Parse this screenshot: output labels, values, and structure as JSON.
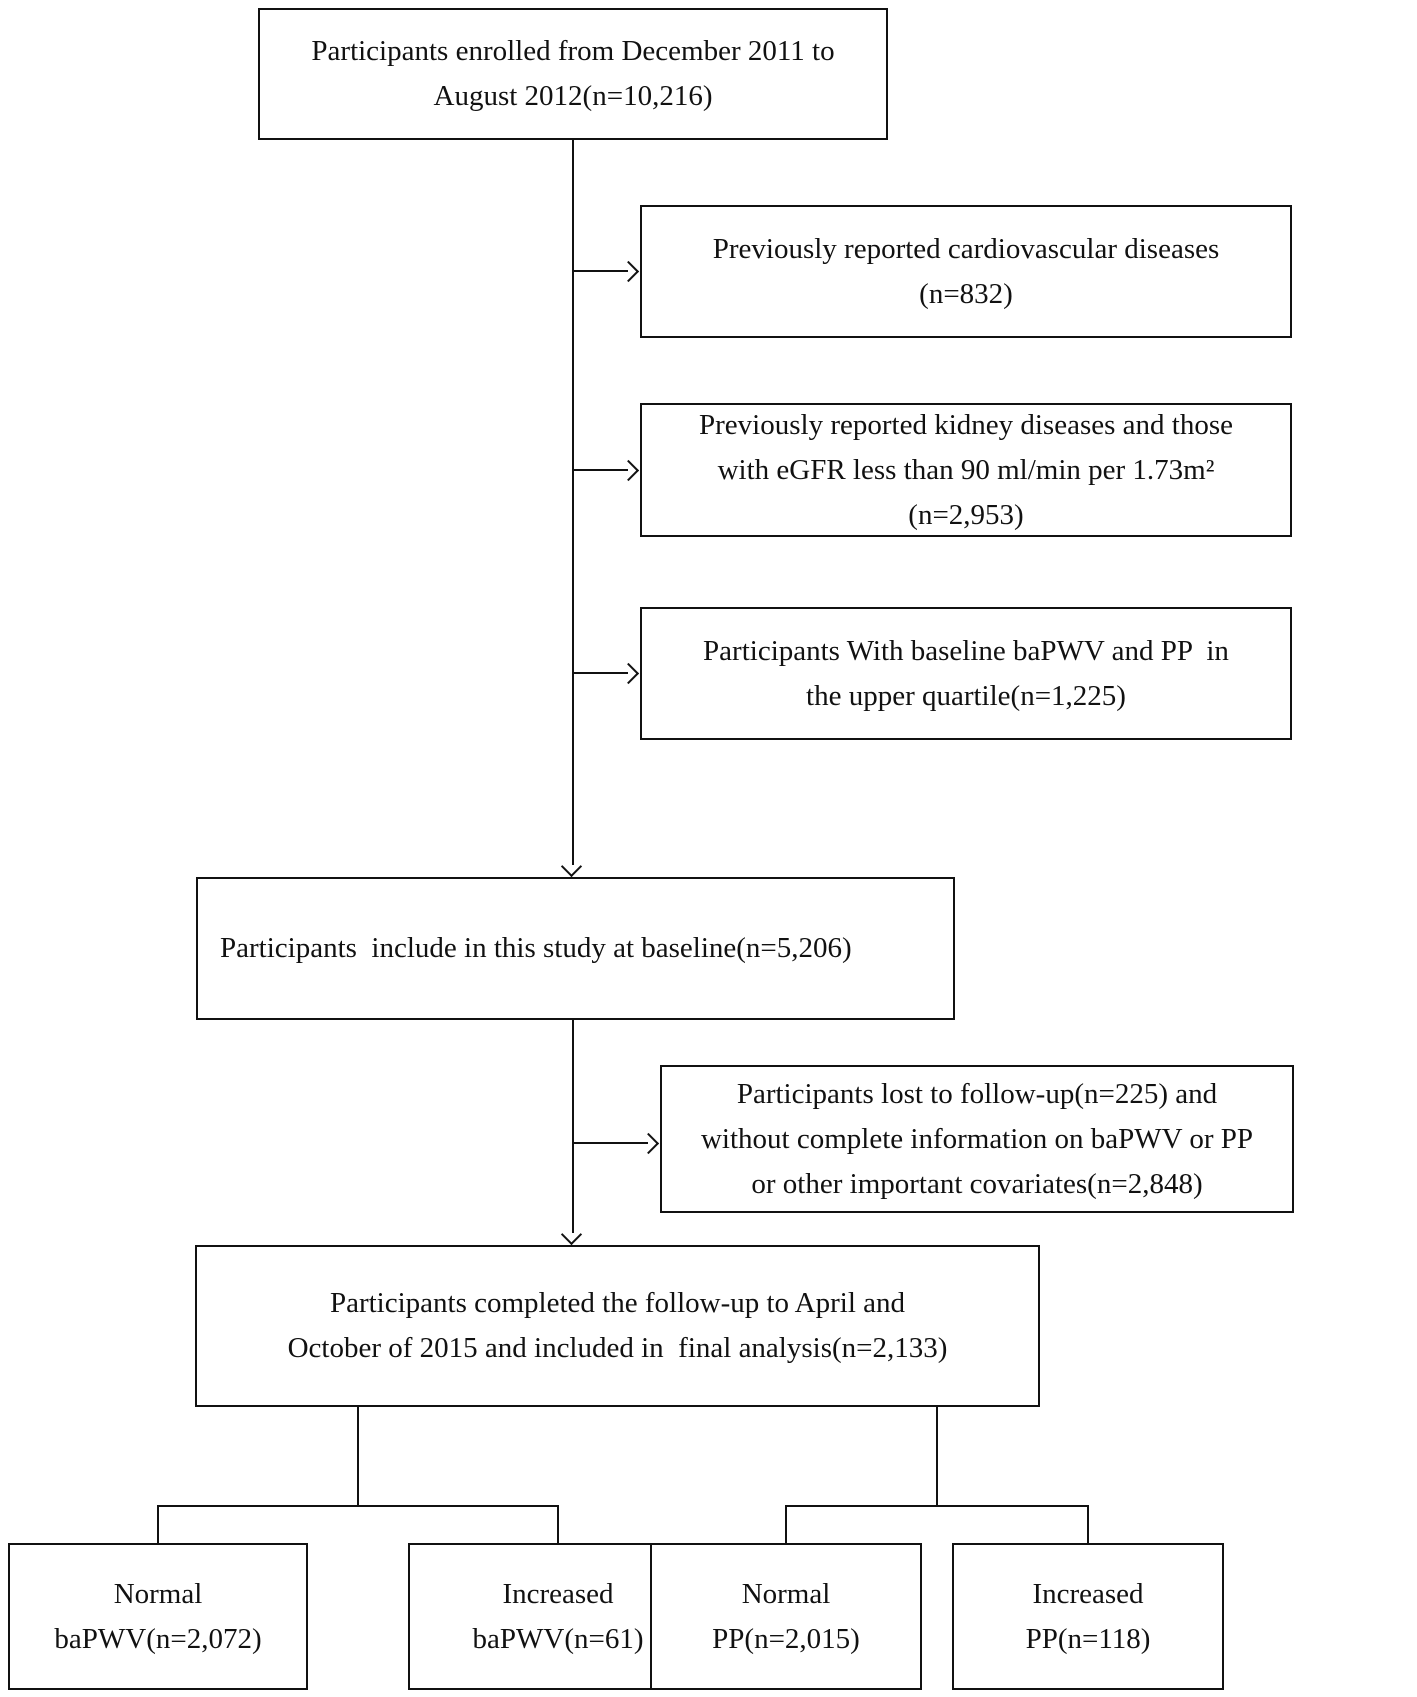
{
  "diagram": {
    "type": "participant-flowchart",
    "colors": {
      "line": "#111111",
      "background": "#ffffff",
      "text": "#111111"
    },
    "boxes": {
      "enrolled": {
        "lines": [
          "Participants enrolled from December 2011 to",
          "August 2012(n=10,216)"
        ],
        "n": "10,216"
      },
      "excluded_cvd": {
        "lines": [
          "Previously reported cardiovascular diseases",
          "(n=832)"
        ],
        "n": "832"
      },
      "excluded_kidney": {
        "lines": [
          "Previously reported kidney diseases and those",
          "with eGFR less than 90 ml/min per 1.73m²",
          "(n=2,953)"
        ],
        "n": "2,953"
      },
      "excluded_quartile": {
        "lines": [
          "Participants With baseline baPWV and PP  in",
          "the upper quartile(n=1,225)"
        ],
        "n": "1,225"
      },
      "baseline": {
        "lines": [
          "Participants  include in this study at baseline(n=5,206)"
        ],
        "n": "5,206"
      },
      "lost_followup": {
        "lines": [
          "Participants lost to follow-up(n=225) and",
          "without complete information on baPWV or PP",
          "or other important covariates(n=2,848)"
        ],
        "n": "2,848"
      },
      "final_analysis": {
        "lines": [
          "Participants completed the follow-up to April and",
          "October of 2015 and included in  final analysis(n=2,133)"
        ],
        "n": "2,133"
      },
      "normal_bapwv": {
        "lines": [
          "Normal",
          "baPWV(n=2,072)"
        ],
        "n": "2,072"
      },
      "increased_bapwv": {
        "lines": [
          "Increased",
          "baPWV(n=61)"
        ],
        "n": "61"
      },
      "normal_pp": {
        "lines": [
          "Normal",
          "PP(n=2,015)"
        ],
        "n": "2,015"
      },
      "increased_pp": {
        "lines": [
          "Increased",
          "PP(n=118)"
        ],
        "n": "118"
      }
    }
  }
}
